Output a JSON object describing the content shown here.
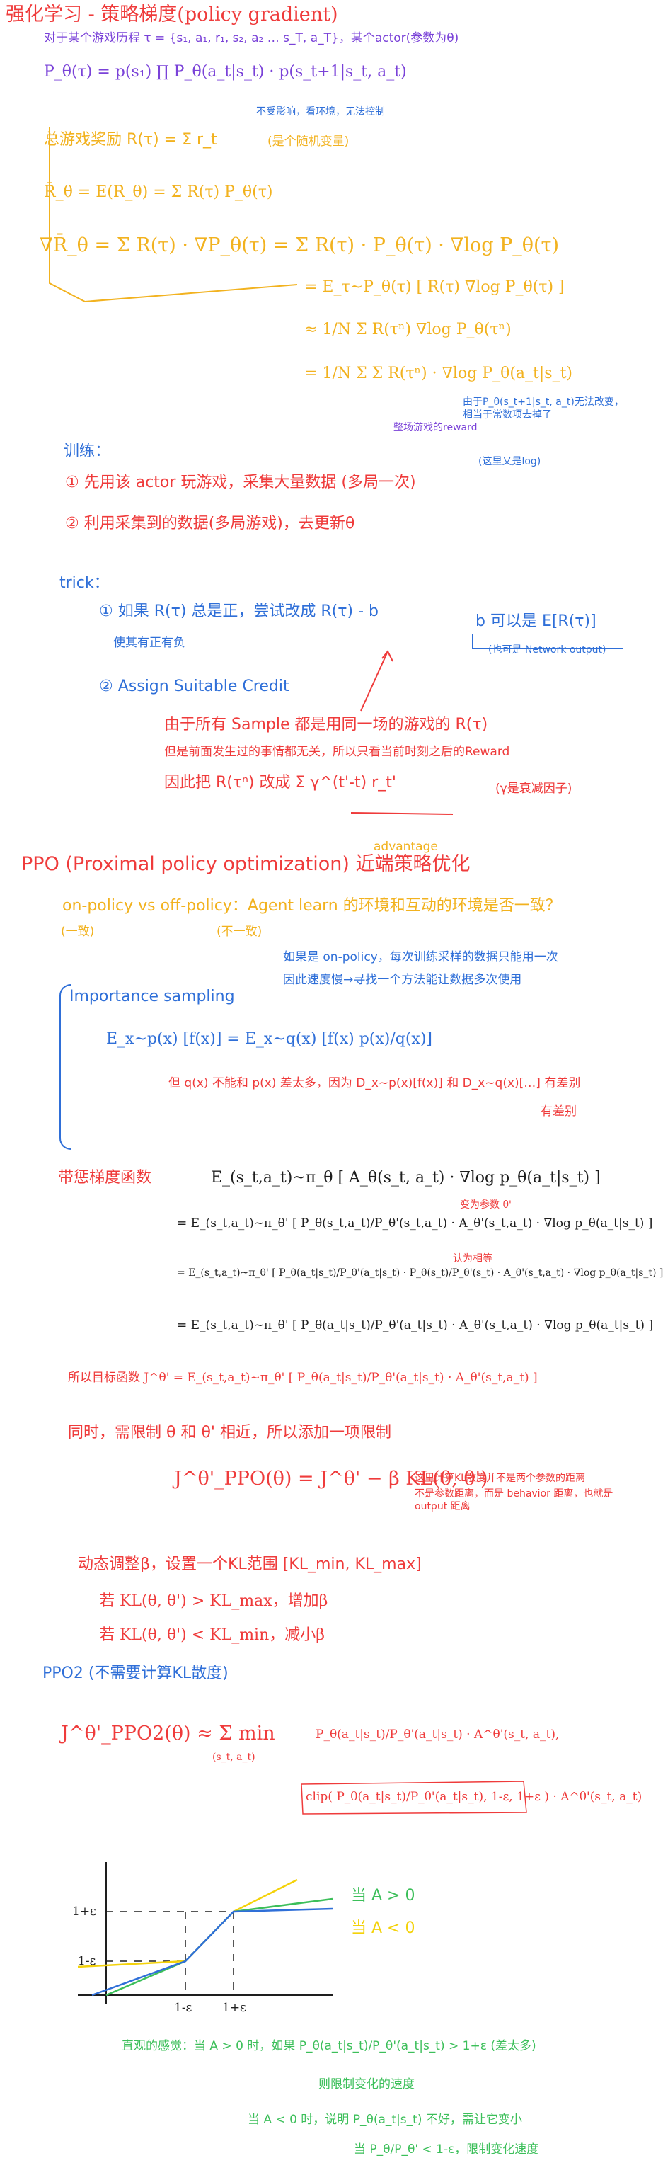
{
  "colors": {
    "red": "#ef3b3b",
    "blue": "#2f6fd8",
    "orange": "#f2b21f",
    "green": "#3cbf5a",
    "purple": "#7a42d8",
    "black": "#1e1e1e",
    "yellow": "#f4d20a"
  },
  "s1": {
    "title": "强化学习 - 策略梯度(policy gradient)",
    "traj": "对于某个游戏历程 τ = {s₁, a₁, r₁, s₂, a₂ … s_T, a_T}，某个actor(参数为θ)",
    "p_tau": "P_θ(τ) = p(s₁) ∏ P_θ(a_t|s_t) · p(s_t+1|s_t, a_t)",
    "p_tau_note": "不受影响，看环境，无法控制",
    "reward": "总游戏奖励 R(τ) = Σ r_t",
    "reward_note": "(是个随机变量)",
    "expect": "R̄_θ = E(R_θ) = Σ R(τ) P_θ(τ)",
    "grad": "∇R̄_θ = Σ R(τ) · ∇P_θ(τ) = Σ R(τ) · P_θ(τ) · ∇log P_θ(τ)",
    "eq1": "= E_τ~P_θ(τ) [ R(τ) ∇log P_θ(τ) ]",
    "eq2": "≈ 1/N Σ R(τⁿ) ∇log P_θ(τⁿ)",
    "eq3": "= 1/N Σ Σ R(τⁿ) · ∇log P_θ(a_t|s_t)",
    "eq3_note_purple": "整场游戏的reward",
    "eq3_note_blue": "由于P_θ(s_t+1|s_t, a_t)无法改变，相当于常数项去掉了",
    "eq3_note_blue2": "(这里又是log)"
  },
  "s2": {
    "heading": "训练：",
    "step1": "① 先用该 actor 玩游戏，采集大量数据 (多局一次)",
    "step2": "② 利用采集到的数据(多局游戏)，去更新θ"
  },
  "s3": {
    "heading": "trick：",
    "t1": "① 如果 R(τ) 总是正，尝试改成 R(τ) - b",
    "t1_note": "使其有正有负",
    "t1_b": "b 可以是 E[R(τ)]",
    "t1_b2": "(也可是 Network output)",
    "t2": "② Assign Suitable Credit",
    "t2_l1": "由于所有 Sample 都是用同一场的游戏的 R(τ)",
    "t2_l2": "但是前面发生过的事情都无关，所以只看当前时刻之后的Reward",
    "t2_l3": "因此把 R(τⁿ) 改成 Σ γ^(t'-t) r_t'",
    "t2_gamma": "(γ是衰减因子)",
    "adv": "advantage"
  },
  "s4": {
    "heading": "PPO (Proximal policy optimization) 近端策略优化",
    "onoff": "on-policy  vs  off-policy：Agent learn 的环境和互动的环境是否一致？",
    "onoff_sub1": "(一致)",
    "onoff_sub2": "(不一致)",
    "onpolicy_note1": "如果是 on-policy，每次训练采样的数据只能用一次",
    "onpolicy_note2": "因此速度慢→寻找一个方法能让数据多次使用",
    "is_title": "Importance sampling",
    "is_eq": "E_x~p(x) [f(x)] = E_x~q(x) [f(x) p(x)/q(x)]",
    "is_note": "但 q(x) 不能和 p(x) 差太多，因为 D_x~p(x)[f(x)] 和 D_x~q(x)[…] 有差别",
    "is_note2": "有差别"
  },
  "s5": {
    "heading": "带惩梯度函数",
    "e1": "E_(s_t,a_t)~π_θ [ A_θ(s_t, a_t) · ∇log p_θ(a_t|s_t) ]",
    "e2": "= E_(s_t,a_t)~π_θ' [ P_θ(s_t,a_t)/P_θ'(s_t,a_t) · A_θ'(s_t,a_t) · ∇log p_θ(a_t|s_t) ]",
    "e2_note": "变为参数 θ'",
    "e3": "= E_(s_t,a_t)~π_θ' [ P_θ(a_t|s_t)/P_θ'(a_t|s_t) · P_θ(s_t)/P_θ'(s_t) · A_θ'(s_t,a_t) · ∇log p_θ(a_t|s_t) ]",
    "e3_note": "认为相等",
    "e4": "= E_(s_t,a_t)~π_θ' [ P_θ(a_t|s_t)/P_θ'(a_t|s_t) · A_θ'(s_t,a_t) · ∇log p_θ(a_t|s_t) ]"
  },
  "s6": {
    "obj": "所以目标函数 J^θ' = E_(s_t,a_t)~π_θ' [ P_θ(a_t|s_t)/P_θ'(a_t|s_t) · A_θ'(s_t,a_t) ]",
    "constraint": "同时，需限制 θ 和 θ' 相近，所以添加一项限制",
    "kl": "J^θ'_PPO(θ) = J^θ' − β KL(θ, θ')",
    "kl_note1": "这里计算KL散度并不是两个参数的距离",
    "kl_note2": "不是参数距离，而是 behavior 距离，也就是 output 距离"
  },
  "s7": {
    "beta": "动态调整β，设置一个KL范围 [KL_min, KL_max]",
    "if1": "若 KL(θ, θ') > KL_max，增加β",
    "if2": "若 KL(θ, θ') < KL_min，减小β"
  },
  "s8": {
    "heading": "PPO2 (不需要计算KL散度)",
    "lhs": "J^θ'_PPO2(θ) ≈ Σ min",
    "sum_sub": "(s_t, a_t)",
    "term1": "P_θ(a_t|s_t)/P_θ'(a_t|s_t) · A^θ'(s_t, a_t),",
    "term2": "clip( P_θ(a_t|s_t)/P_θ'(a_t|s_t), 1-ε, 1+ε ) · A^θ'(s_t, a_t)"
  },
  "graph": {
    "ytick_hi": "1+ε",
    "ytick_lo": "1-ε",
    "xtick_lo": "1-ε",
    "xtick_hi": "1+ε",
    "legend_pos": "当 A > 0",
    "legend_neg": "当 A < 0"
  },
  "s9": {
    "intuition": "直观的感觉：当 A > 0 时，如果 P_θ(a_t|s_t)/P_θ'(a_t|s_t) > 1+ε (差太多)",
    "intuition2": "则限制变化的速度",
    "neg1": "当 A < 0 时，说明 P_θ(a_t|s_t) 不好，需让它变小",
    "neg2": "当 P_θ/P_θ' < 1-ε，限制变化速度"
  }
}
